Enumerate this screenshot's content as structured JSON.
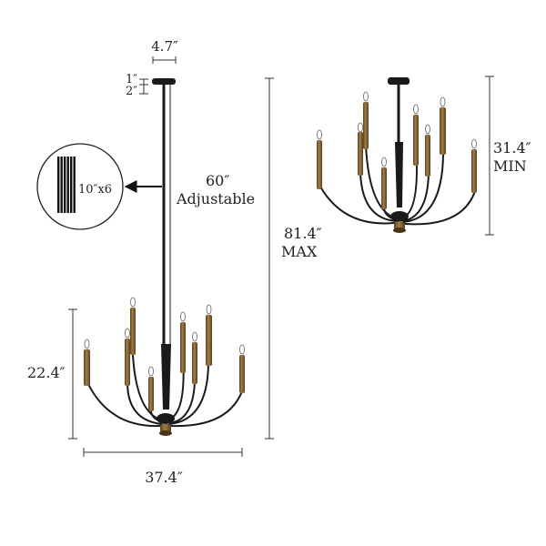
{
  "dimensions": {
    "canopy_width": "4.7″",
    "canopy_height_1": "1″",
    "canopy_height_2": "2″",
    "rod_length": "60″",
    "rod_note": "Adjustable",
    "max_height": "81.4″",
    "max_label": "MAX",
    "min_height": "31.4″",
    "min_label": "MIN",
    "body_height": "22.4″",
    "body_width": "37.4″"
  },
  "rods_inset": {
    "label": "10″x6"
  },
  "colors": {
    "metal_black": "#1a1a1a",
    "brass": "#8a6a3a",
    "dimension_line": "#333333"
  }
}
